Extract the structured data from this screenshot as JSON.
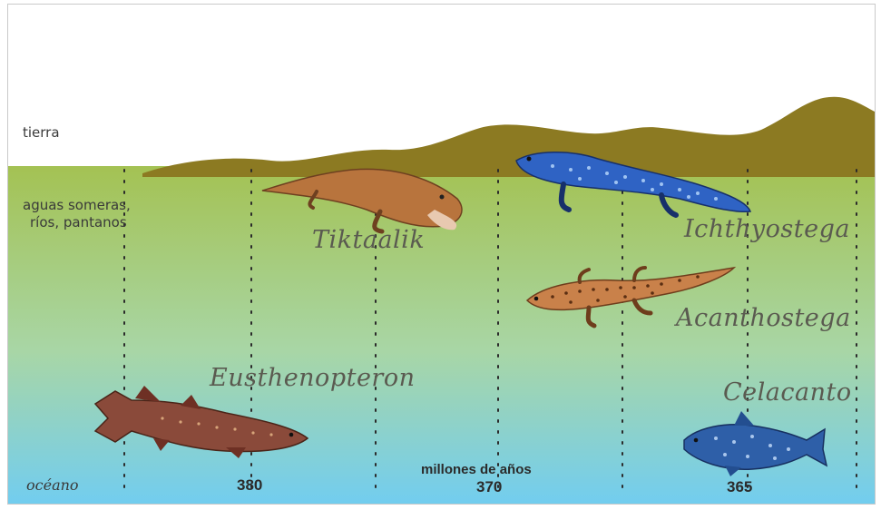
{
  "zones": {
    "land": "tierra",
    "shallow_line1": "aguas someras,",
    "shallow_line2": "ríos, pantanos",
    "ocean": "océano"
  },
  "time_axis": {
    "label": "millones de años",
    "ticks": [
      "380",
      "370",
      "365"
    ]
  },
  "species": [
    {
      "name": "Tiktaalik",
      "icon": "tiktaalik-illustration",
      "color": "#b8743d"
    },
    {
      "name": "Ichthyostega",
      "icon": "ichthyostega-illustration",
      "color": "#2f63c4"
    },
    {
      "name": "Acanthostega",
      "icon": "acanthostega-illustration",
      "color": "#c9814a"
    },
    {
      "name": "Eusthenopteron",
      "icon": "eusthenopteron-illustration",
      "color": "#8a4a3a"
    },
    {
      "name": "Celacanto",
      "icon": "coelacanth-illustration",
      "color": "#2e5fa8"
    }
  ],
  "colors": {
    "land": "#8c7a22",
    "water_top": "#a4c253",
    "water_bottom": "#73cdee"
  }
}
